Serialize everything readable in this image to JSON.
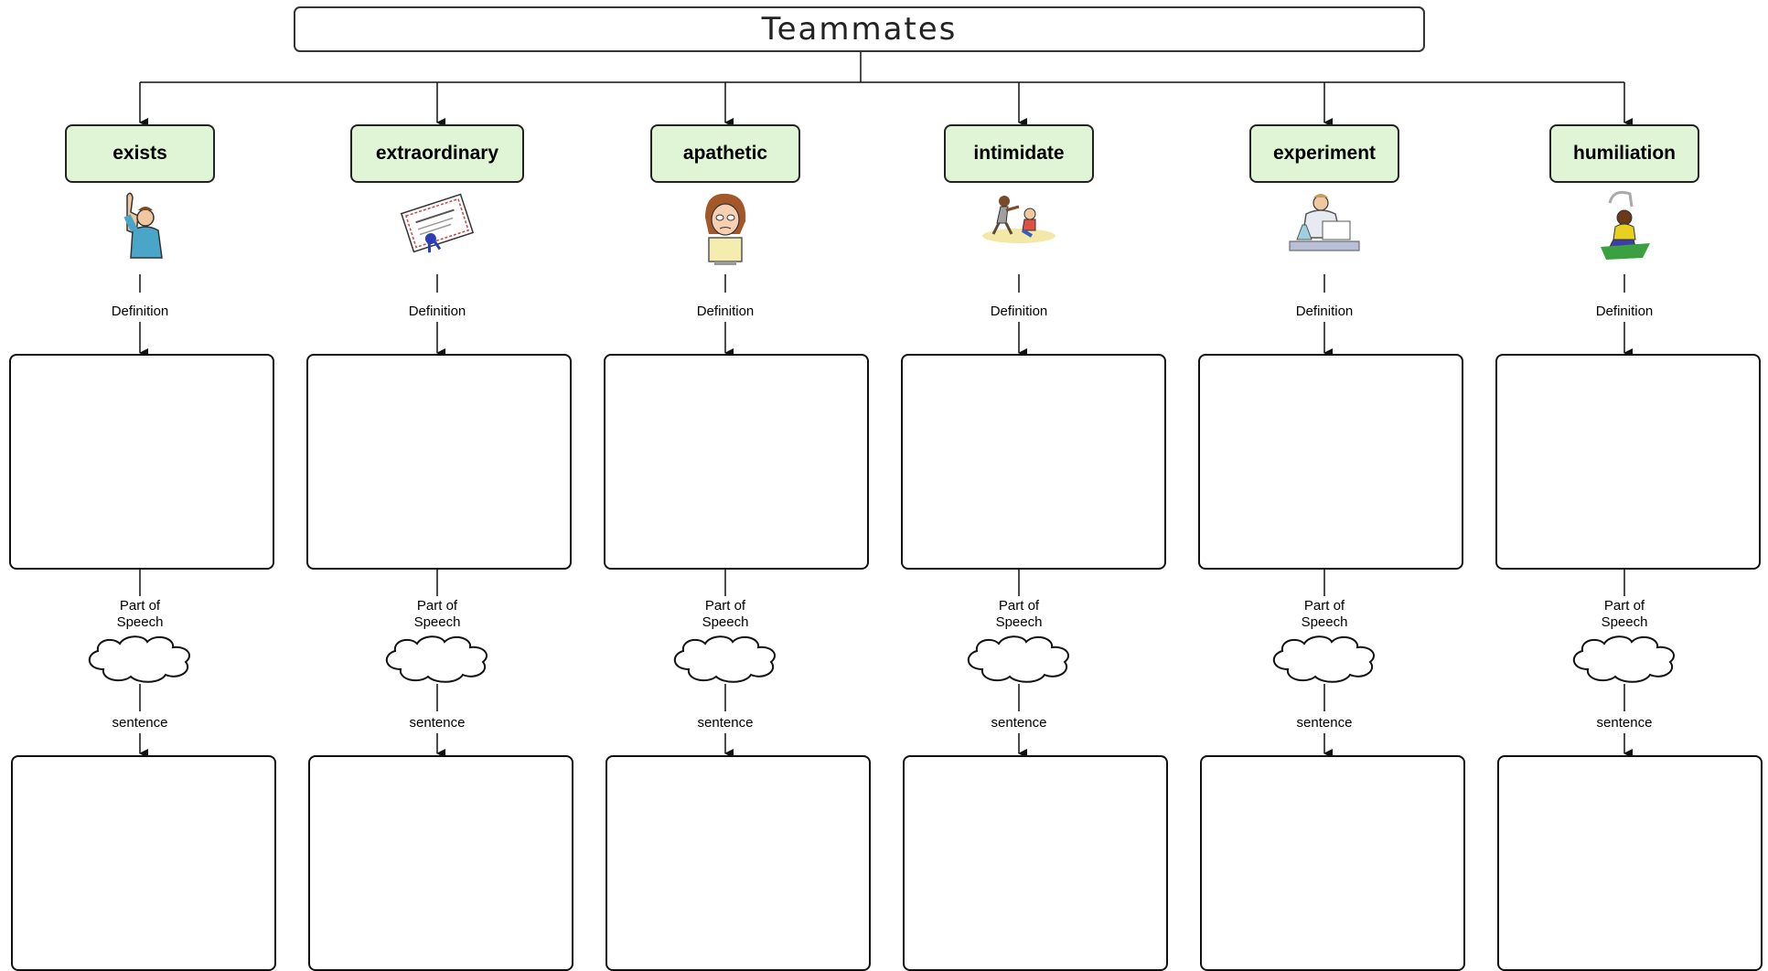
{
  "diagram": {
    "title": "Teammates",
    "columns": [
      {
        "word": "exists",
        "image_icon": "raised-hand-student-icon",
        "definition_label": "Definition",
        "pos_label": "Part of Speech",
        "sentence_label": "sentence"
      },
      {
        "word": "extraordinary",
        "image_icon": "award-certificate-icon",
        "definition_label": "Definition",
        "pos_label": "Part of Speech",
        "sentence_label": "sentence"
      },
      {
        "word": "apathetic",
        "image_icon": "bored-computer-user-icon",
        "definition_label": "Definition",
        "pos_label": "Part of Speech",
        "sentence_label": "sentence"
      },
      {
        "word": "intimidate",
        "image_icon": "bully-children-icon",
        "definition_label": "Definition",
        "pos_label": "Part of Speech",
        "sentence_label": "sentence"
      },
      {
        "word": "experiment",
        "image_icon": "scientist-lab-icon",
        "definition_label": "Definition",
        "pos_label": "Part of Speech",
        "sentence_label": "sentence"
      },
      {
        "word": "humiliation",
        "image_icon": "sad-person-icon",
        "definition_label": "Definition",
        "pos_label": "Part of Speech",
        "sentence_label": "sentence"
      }
    ],
    "colors": {
      "word_box_fill": "#dff5d5",
      "stroke": "#111111"
    }
  }
}
